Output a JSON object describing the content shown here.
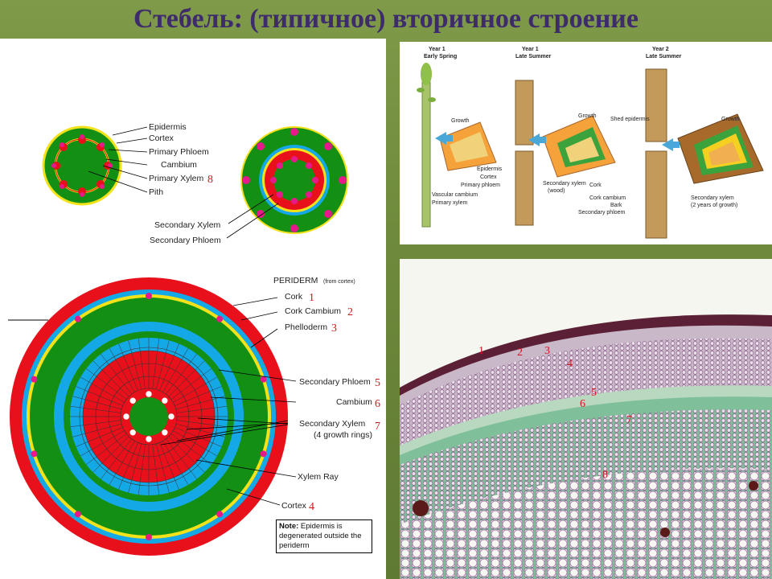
{
  "title": "Стебель: (типичное) вторичное строение",
  "primary_labels": {
    "epidermis": "Epidermis",
    "cortex": "Cortex",
    "primary_phloem": "Primary Phloem",
    "cambium": "Cambium",
    "primary_xylem": "Primary Xylem",
    "pith": "Pith",
    "num_8": "8"
  },
  "secondary_labels": {
    "secondary_xylem": "Secondary Xylem",
    "secondary_phloem": "Secondary Phloem"
  },
  "mature_labels": {
    "periderm": "PERIDERM",
    "periderm_note": "(from cortex)",
    "cork": "Cork",
    "cork_cambium": "Cork Cambium",
    "phelloderm": "Phelloderm",
    "secondary_phloem": "Secondary Phloem",
    "cambium": "Cambium",
    "secondary_xylem": "Secondary Xylem",
    "growth_rings": "(4 growth rings)",
    "xylem_ray": "Xylem Ray",
    "cortex": "Cortex",
    "n1": "1",
    "n2": "2",
    "n3": "3",
    "n4": "4",
    "n5": "5",
    "n6": "6",
    "n7": "7"
  },
  "note": {
    "head": "Note:",
    "text": "Epidermis is degenerated outside the periderm"
  },
  "stages": {
    "y1_spring_a": "Year 1",
    "y1_spring_b": "Early Spring",
    "y1_summer_a": "Year 1",
    "y1_summer_b": "Late Summer",
    "y2_summer_a": "Year 2",
    "y2_summer_b": "Late Summer",
    "growth": "Growth",
    "epidermis": "Epidermis",
    "cortex": "Cortex",
    "primary_phloem": "Primary phloem",
    "vascular_cambium": "Vascular cambium",
    "primary_xylem": "Primary xylem",
    "secondary_xylem": "Secondary xylem",
    "wood": "(wood)",
    "cork": "Cork",
    "cork_cambium": "Cork cambium",
    "secondary_phloem": "Secondary phloem",
    "bark": "Bark",
    "shed_epidermis": "Shed epidermis",
    "secondary_xylem_2": "Secondary xylem",
    "two_years": "(2 years of growth)"
  },
  "micro_numbers": [
    "1",
    "2",
    "3",
    "4",
    "5",
    "6",
    "7",
    "8"
  ],
  "colors": {
    "title": "#3d2b6b",
    "cortex_green": "#139013",
    "xylem_red": "#e8101a",
    "phloem_blue": "#15a8e6",
    "cambium_yellow": "#f3e21a",
    "label_red": "#d3141c",
    "background": "#6f8a3c"
  }
}
